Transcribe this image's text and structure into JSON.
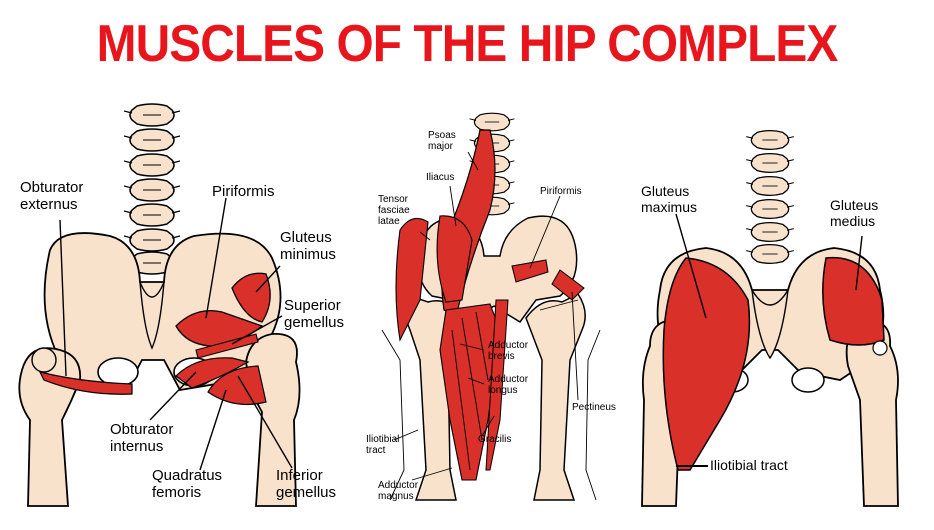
{
  "title": "MUSCLES OF THE HIP COMPLEX",
  "colors": {
    "title": "#e8161c",
    "bone": "#f8e2cc",
    "muscle": "#d9302a",
    "outline": "#000000"
  },
  "panel_left": {
    "labels": {
      "obturator_externus": "Obturator\nexternus",
      "piriformis": "Piriformis",
      "gluteus_minimus": "Gluteus\nminimus",
      "superior_gemellus": "Superior\ngemellus",
      "obturator_internus": "Obturator\ninternus",
      "quadratus_femoris": "Quadratus\nfemoris",
      "inferior_gemellus": "Inferior\ngemellus"
    }
  },
  "panel_middle": {
    "labels": {
      "psoas_major": "Psoas\nmajor",
      "iliacus": "Iliacus",
      "tensor_fasciae_latae": "Tensor\nfasciae\nlatae",
      "piriformis": "Piriformis",
      "adductor_brevis": "Adductor\nbrevis",
      "adductor_longus": "Adductor\nlongus",
      "pectineus": "Pectineus",
      "iliotibial_tract": "Iliotibial\ntract",
      "gracilis": "Gracilis",
      "adductor_magnus": "Adductor\nmagnus"
    }
  },
  "panel_right": {
    "labels": {
      "gluteus_maximus": "Gluteus\nmaximus",
      "gluteus_medius": "Gluteus\nmedius",
      "iliotibial_tract": "Iliotibial tract"
    }
  }
}
